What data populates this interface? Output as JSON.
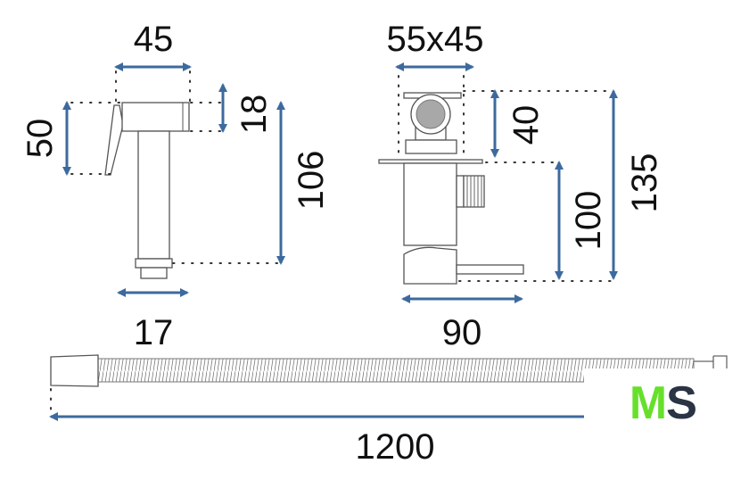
{
  "dimensions": {
    "handle_width": "45",
    "handle_height": "50",
    "head_height": "18",
    "total_height": "106",
    "thread": "17",
    "valve_plate": "55x45",
    "valve_top": "40",
    "valve_lower": "100",
    "valve_total": "135",
    "valve_depth": "90",
    "hose_length": "1200"
  },
  "logo": {
    "text_m": "M",
    "text_s": "S",
    "color_m": "#66e02a",
    "color_s": "#2a3444"
  },
  "colors": {
    "arrow": "#3d6a9e"
  }
}
